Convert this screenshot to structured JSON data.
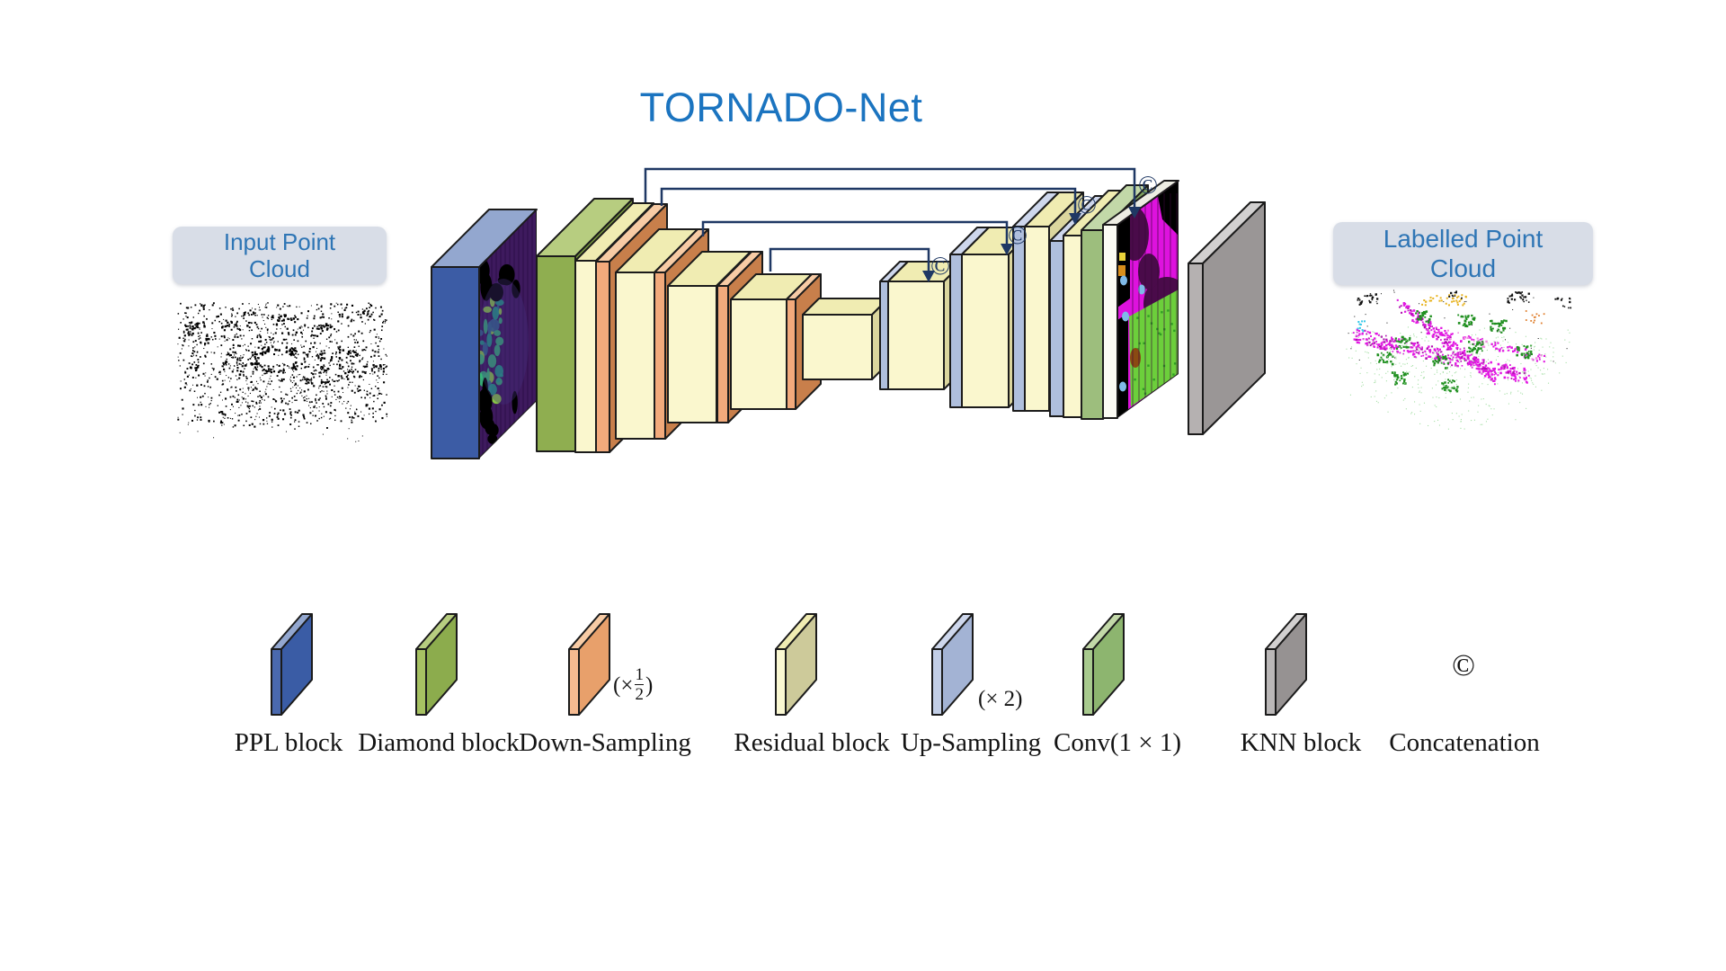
{
  "title": {
    "text": "TORNADO-Net"
  },
  "labels": {
    "input": {
      "line1": "Input Point",
      "line2": "Cloud"
    },
    "output": {
      "line1": "Labelled Point",
      "line2": "Cloud"
    }
  },
  "concat_symbol": "©",
  "colors": {
    "title_blue": "#1B74C0",
    "badge_text": "#2E75B5",
    "badge_bg": "#D8DDE7",
    "line_navy": "#1F3864",
    "legend_text": "#141414",
    "background": "#FFFFFF"
  },
  "legend": {
    "items": [
      {
        "id": "ppl",
        "label": "PPL block",
        "type": "slab",
        "palette": "ppl"
      },
      {
        "id": "diamond",
        "label": "Diamond block",
        "type": "slab",
        "palette": "diamond"
      },
      {
        "id": "down-sampling",
        "label": "Down-Sampling",
        "type": "slab",
        "palette": "down",
        "annotation": {
          "pre": "(×",
          "num": "1",
          "den": "2",
          "post": ")"
        }
      },
      {
        "id": "residual",
        "label": "Residual block",
        "type": "slab",
        "palette": "residual"
      },
      {
        "id": "up-sampling",
        "label": "Up-Sampling",
        "type": "slab",
        "palette": "up",
        "annotation": {
          "text": "(× 2)"
        }
      },
      {
        "id": "conv1x1",
        "label": "Conv(1 × 1)",
        "type": "slab",
        "palette": "conv"
      },
      {
        "id": "knn",
        "label": "KNN block",
        "type": "slab",
        "palette": "knn"
      },
      {
        "id": "concatenation",
        "label": "Concatenation",
        "type": "symbol"
      }
    ]
  },
  "network": {
    "block_sequence": [
      "ppl",
      "diamond",
      "residual",
      "down-sampling",
      "residual",
      "down-sampling",
      "residual",
      "down-sampling",
      "residual",
      "down-sampling",
      "residual",
      "up-sampling",
      "residual",
      "up-sampling",
      "residual",
      "up-sampling",
      "residual",
      "up-sampling",
      "residual",
      "conv1x1",
      "output-image",
      "knn"
    ],
    "skip_connections": 4
  },
  "palette": {
    "ppl": {
      "front": "#3C5CA5",
      "top": "#93A7CF",
      "side": "#2E4C8E",
      "legendEdge": "#4A69AE",
      "legendFace": "#3A5CA5"
    },
    "diamond": {
      "front": "#8FAE50",
      "top": "#B7CD80",
      "side": "#74943C",
      "legendEdge": "#A6C162",
      "legendFace": "#8CAC4D"
    },
    "residual": {
      "front": "#FAF7CE",
      "top": "#F0ECB2",
      "side": "#DBD69E",
      "legendEdge": "#FAF8D2",
      "legendFace": "#CDCA9A"
    },
    "down": {
      "front": "#F2AA7C",
      "top": "#F7CBA5",
      "side": "#C87F4B",
      "legendEdge": "#F5BA90",
      "legendFace": "#E8A06B"
    },
    "up": {
      "front": "#AFBFDD",
      "top": "#CED7EC",
      "side": "#8CA0C8",
      "legendEdge": "#C2CEE6",
      "legendFace": "#A3B3D4"
    },
    "conv": {
      "front": "#9DBE7D",
      "top": "#C2D8A8",
      "side": "#7FA25F",
      "legendEdge": "#A8CA8E",
      "legendFace": "#8DB56F"
    },
    "white": {
      "front": "#FBFBF4",
      "top": "#EDEDE3",
      "side": "#E2E2D8"
    },
    "knn": {
      "front": "#B5B1B1",
      "top": "#D2D0D0",
      "side": "#9A9696",
      "legendEdge": "#BAB7B7",
      "legendFace": "#969292"
    },
    "ppl_texture": {
      "base": "#3E1A5E",
      "streak": "#2B1046",
      "teal": "#1FA187",
      "green": "#35B779",
      "lime": "#90D743",
      "black": "#000000",
      "blue": "#31688E"
    },
    "output_texture": {
      "base": "#DE12DE",
      "purple": "#4A0B4A",
      "black": "#000000",
      "green": "#6CCF3B",
      "green_dark": "#2F9E23",
      "orange": "#D98E1B",
      "yellow": "#E8D23A",
      "cyan": "#7FB9E8",
      "brown": "#8A4A12"
    },
    "cloud_input": {
      "point": "#000000"
    },
    "cloud_output": {
      "road": "#E218E2",
      "road_dark": "#B010B0",
      "veg_dark": "#1F8F1F",
      "veg_light": "#A5DFA5",
      "cluster_yellow": "#E7B320",
      "orange": "#E08030",
      "dark": "#111111",
      "cyan": "#35C8E8"
    }
  }
}
